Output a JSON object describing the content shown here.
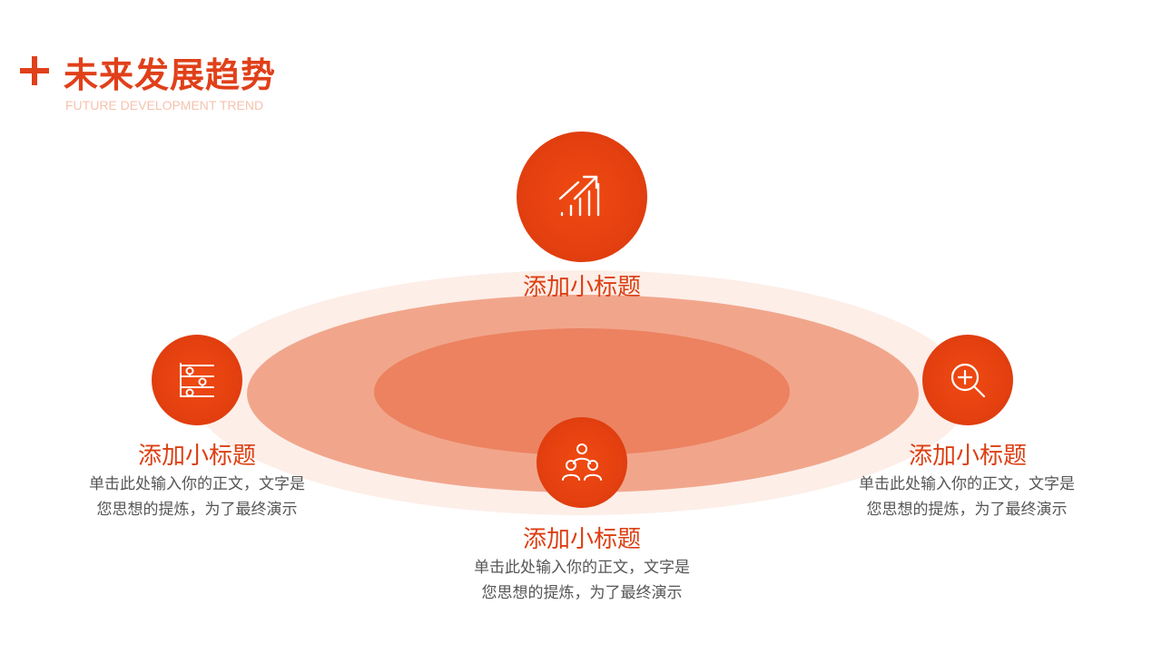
{
  "header": {
    "title": "未来发展趋势",
    "subtitle": "FUTURE DEVELOPMENT TREND"
  },
  "colors": {
    "accent": "#e0401a",
    "ring_outer": "#fdeee8",
    "ring_mid": "#f1a68c",
    "ring_inner": "#ec8260",
    "desc_text": "#555555"
  },
  "nodes": {
    "top": {
      "icon": "growth-chart-icon",
      "title": "添加小标题"
    },
    "left": {
      "icon": "sliders-icon",
      "title": "添加小标题",
      "desc_line1": "单击此处输入你的正文，文字是",
      "desc_line2": "您思想的提炼，为了最终演示"
    },
    "right": {
      "icon": "zoom-in-icon",
      "title": "添加小标题",
      "desc_line1": "单击此处输入你的正文，文字是",
      "desc_line2": "您思想的提炼，为了最终演示"
    },
    "bottom": {
      "icon": "team-icon",
      "title": "添加小标题",
      "desc_line1": "单击此处输入你的正文，文字是",
      "desc_line2": "您思想的提炼，为了最终演示"
    }
  }
}
